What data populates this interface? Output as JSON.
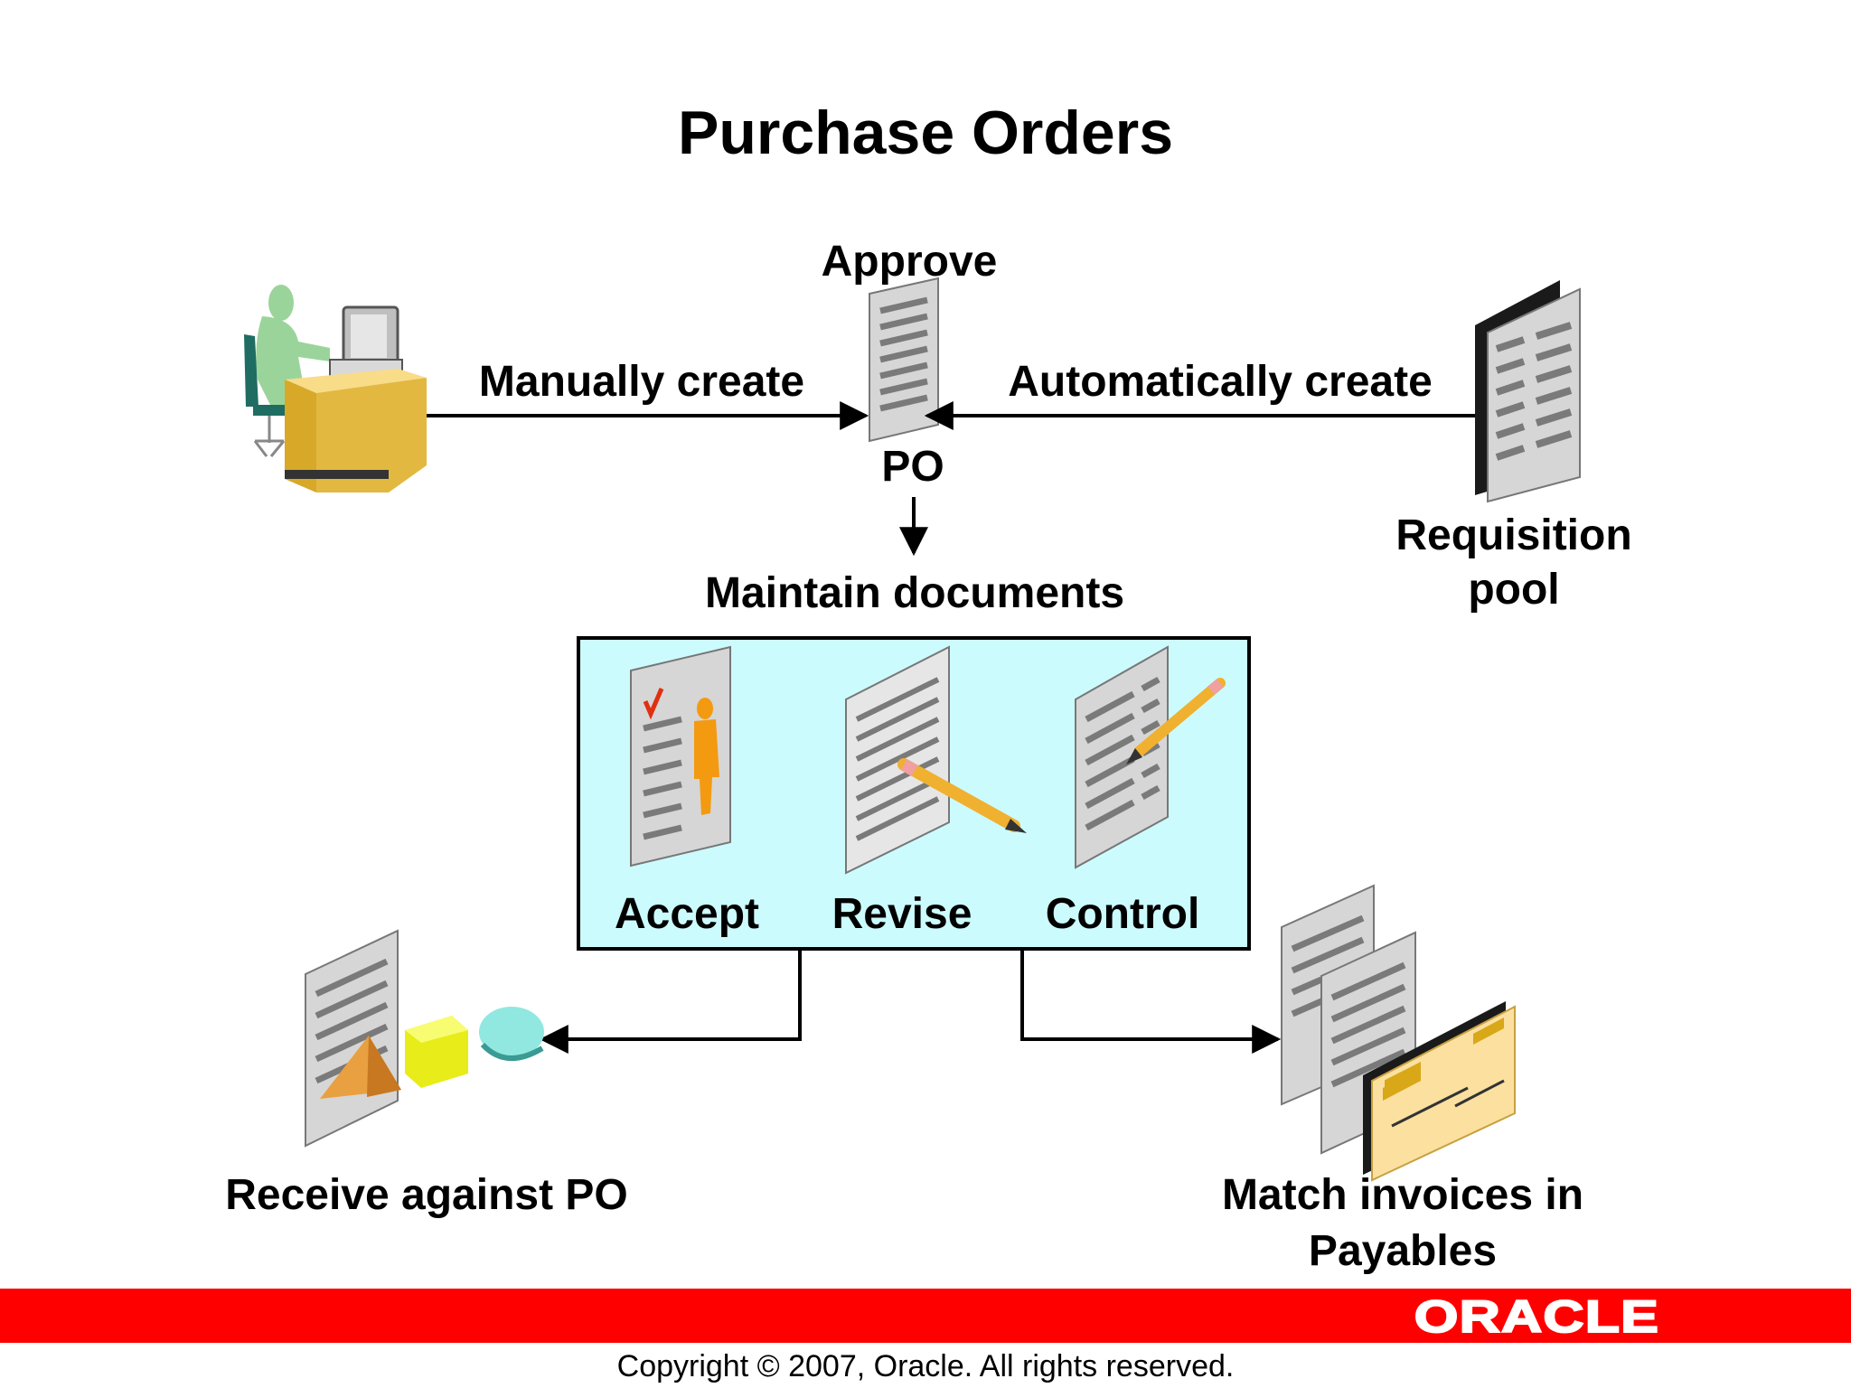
{
  "title": "Purchase Orders",
  "labels": {
    "approve": "Approve",
    "manually_create": "Manually create",
    "automatically_create": "Automatically create",
    "po": "PO",
    "requisition_line1": "Requisition",
    "requisition_line2": "pool",
    "maintain_documents": "Maintain documents",
    "accept": "Accept",
    "revise": "Revise",
    "control": "Control",
    "receive_against_po": "Receive against PO",
    "match_line1": "Match invoices in",
    "match_line2": "Payables"
  },
  "footer": {
    "logo": "ORACLE",
    "copyright": "Copyright © 2007, Oracle. All rights reserved."
  },
  "colors": {
    "band_red": "#ff0000",
    "maintain_box_fill": "#ccfbfd",
    "document_gray": "#c8c8c8",
    "desk_yellow": "#f0c040",
    "person_green": "#9ad49a"
  }
}
